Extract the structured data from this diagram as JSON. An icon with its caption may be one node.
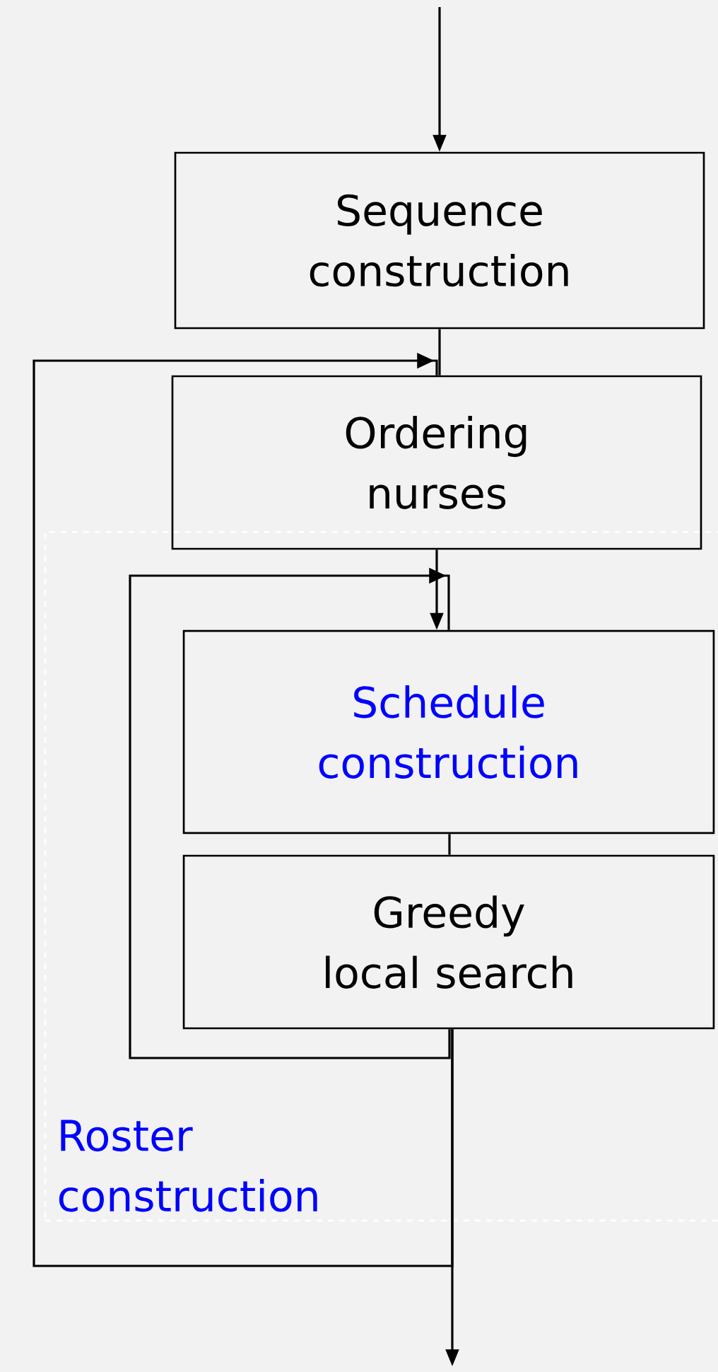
{
  "diagram": {
    "nodes": [
      {
        "text": [
          "Sequence construction"
        ]
      },
      {
        "text": [
          "Ordering nurses"
        ]
      },
      {
        "text": [
          "Roster construction"
        ]
      },
      {
        "text": [
          "Schedule construction"
        ],
        "in": 2
      },
      {
        "text": [
          "Greedy local search"
        ],
        "in": 2
      }
    ],
    "edges": [
      {
        "from": null,
        "to": 0,
        "arrow": "to"
      },
      {
        "from": 0,
        "to": 1,
        "arrow": "none"
      },
      {
        "from": 1,
        "to": 3,
        "arrow": "to"
      },
      {
        "from": 3,
        "to": 4,
        "arrow": "none"
      },
      {
        "from": 4,
        "to": 3,
        "arrow": "to"
      },
      {
        "from": 4,
        "to": 1,
        "arrow": "to"
      },
      {
        "from": 4,
        "to": null,
        "arrow": "to"
      }
    ]
  }
}
